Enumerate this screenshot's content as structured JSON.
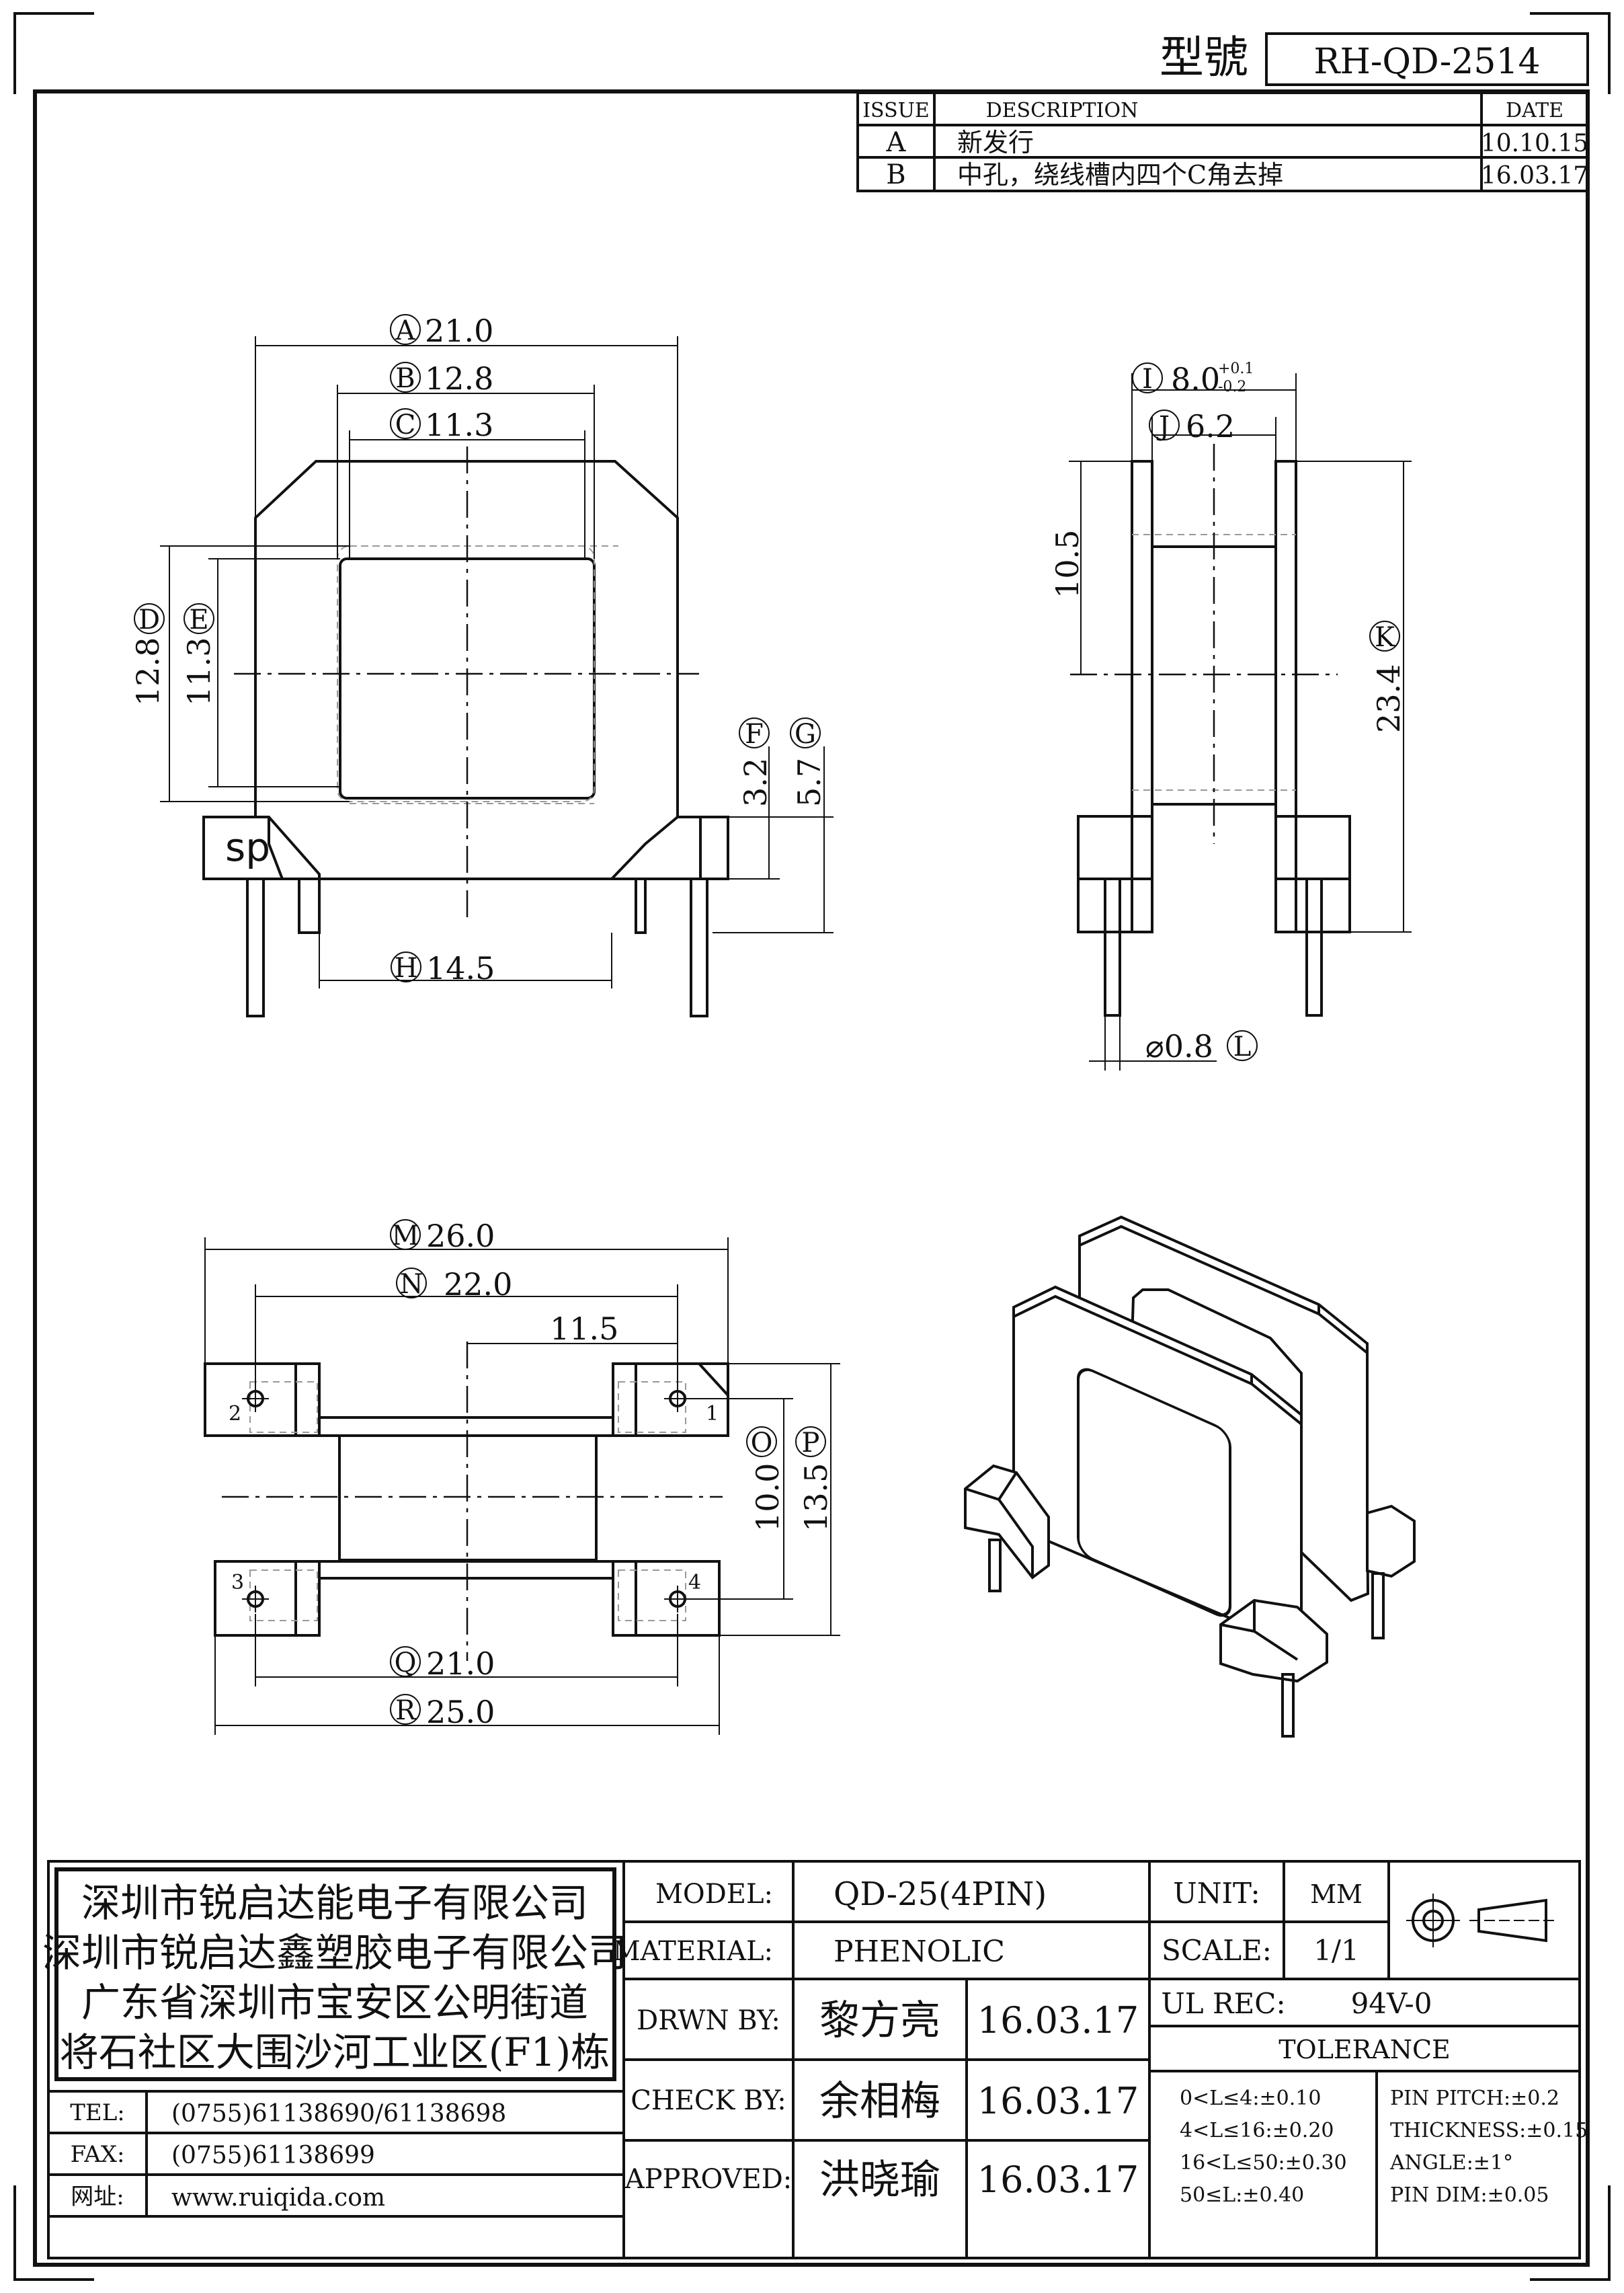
{
  "header": {
    "model_label": "型號",
    "model_no": "RH-QD-2514"
  },
  "revisions": {
    "headers": {
      "issue": "ISSUE",
      "description": "DESCRIPTION",
      "date": "DATE"
    },
    "rows": [
      {
        "issue": "A",
        "description": "新发行",
        "date": "10.10.15"
      },
      {
        "issue": "B",
        "description": "中孔，绕线槽内四个C角去掉",
        "date": "16.03.17"
      }
    ]
  },
  "dimensions": {
    "A": {
      "label": "A",
      "value": "21.0"
    },
    "B": {
      "label": "B",
      "value": "12.8"
    },
    "C": {
      "label": "C",
      "value": "11.3"
    },
    "D": {
      "label": "D",
      "value": "12.8"
    },
    "E": {
      "label": "E",
      "value": "11.3"
    },
    "F": {
      "label": "F",
      "value": "3.2"
    },
    "G": {
      "label": "G",
      "value": "5.7"
    },
    "H": {
      "label": "H",
      "value": "14.5"
    },
    "I": {
      "label": "I",
      "value": "8.0",
      "tol_plus": "+0.1",
      "tol_minus": "-0.2"
    },
    "J": {
      "label": "J",
      "value": "6.2"
    },
    "K": {
      "label": "K",
      "value": "23.4"
    },
    "L": {
      "label": "L",
      "value": "⌀0.8"
    },
    "M": {
      "label": "M",
      "value": "26.0"
    },
    "N": {
      "label": "N",
      "value": "22.0"
    },
    "O": {
      "label": "O",
      "value": "10.0"
    },
    "P": {
      "label": "P",
      "value": "13.5"
    },
    "Q": {
      "label": "Q",
      "value": "21.0"
    },
    "R": {
      "label": "R",
      "value": "25.0"
    },
    "side_height": "10.5",
    "half_pitch": "11.5"
  },
  "front_view": {
    "sp_label": "sp"
  },
  "bottom_view": {
    "pins": [
      "1",
      "2",
      "3",
      "4"
    ]
  },
  "company": {
    "lines": [
      "深圳市锐启达能电子有限公司",
      "深圳市锐启达鑫塑胶电子有限公司",
      "广东省深圳市宝安区公明街道",
      "将石社区大围沙河工业区(F1)栋"
    ],
    "tel_label": "TEL:",
    "tel": "(0755)61138690/61138698",
    "fax_label": "FAX:",
    "fax": "(0755)61138699",
    "web_label": "网址:",
    "web": "www.ruiqida.com"
  },
  "title_block": {
    "model_label": "MODEL:",
    "model": "QD-25(4PIN)",
    "material_label": "MATERIAL:",
    "material": "PHENOLIC",
    "drawn_label": "DRWN BY:",
    "drawn_by": "黎方亮",
    "drawn_date": "16.03.17",
    "check_label": "CHECK BY:",
    "check_by": "余相梅",
    "check_date": "16.03.17",
    "approved_label": "APPROVED:",
    "approved_by": "洪晓瑜",
    "approved_date": "16.03.17",
    "unit_label": "UNIT:",
    "unit": "MM",
    "scale_label": "SCALE:",
    "scale": "1/1",
    "ul_label": "UL REC:",
    "ul": "94V-0",
    "tolerance_title": "TOLERANCE",
    "tolerances_left": [
      "0<L≤4:±0.10",
      "4<L≤16:±0.20",
      "16<L≤50:±0.30",
      "50≤L:±0.40"
    ],
    "tolerances_right": [
      "PIN PITCH:±0.2",
      "THICKNESS:±0.15",
      "ANGLE:±1°",
      "PIN DIM:±0.05"
    ]
  }
}
